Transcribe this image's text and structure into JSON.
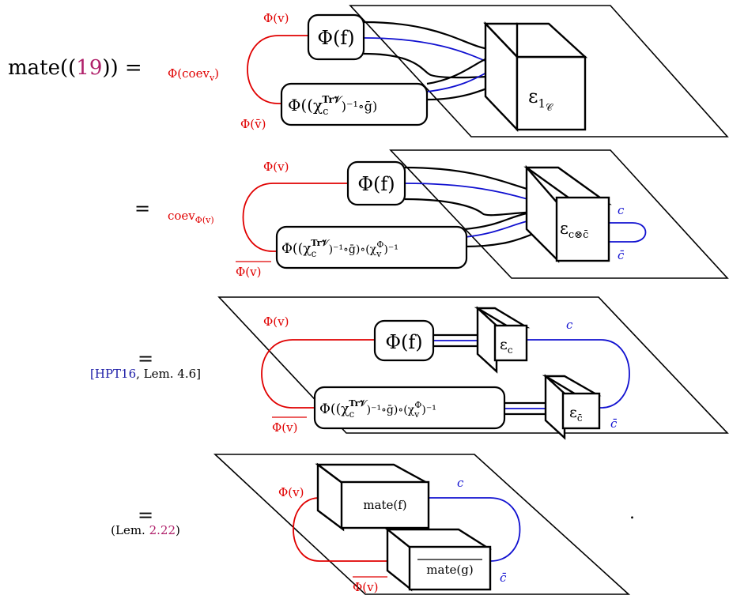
{
  "colors": {
    "red": "#e00000",
    "blue": "#1010d0",
    "black": "#000000",
    "cite": "#1a1aa6",
    "ref": "#b0206a"
  },
  "lhs": {
    "prefix": "mate((",
    "ref": "19",
    "suffix": ")) ="
  },
  "row1": {
    "top_label": "Φ(v)",
    "left_label": "Φ(coev",
    "left_label_sub": "v",
    "left_label_close": ")",
    "bottom_label": "Φ(v̄)",
    "node_f": "Φ(f)",
    "node_g": "Φ((χ",
    "node_g_sub": "c",
    "node_g_sup": "Tr𝒱",
    "node_g_rest": ")⁻¹∘ḡ)",
    "cube": "ε",
    "cube_sub": "1",
    "cube_subsub": "𝒞"
  },
  "row2": {
    "eq": "=",
    "top_label": "Φ(v)",
    "left_label": "coev",
    "left_label_sub": "Φ(v)",
    "bottom_label": "Φ(v)",
    "node_f": "Φ(f)",
    "node_g": "Φ((χ",
    "node_g_sub": "c",
    "node_g_sup": "Tr𝒱",
    "node_g_rest": ")⁻¹∘ḡ)∘(χ",
    "node_g_sub2": "v",
    "node_g_sup2": "Φ",
    "node_g_rest2": ")⁻¹",
    "cube": "ε",
    "cube_sub": "c⊗c̄",
    "c_label": "c",
    "cbar_label": "c̄"
  },
  "row3": {
    "eq": "=",
    "cite": "[HPT16",
    "cite_rest": ", Lem. 4.6]",
    "top_label": "Φ(v)",
    "bottom_label": "Φ(v)",
    "node_f": "Φ(f)",
    "node_g": "Φ((χ",
    "node_g_sub": "c",
    "node_g_sup": "Tr𝒱",
    "node_g_rest": ")⁻¹∘ḡ)∘(χ",
    "node_g_sub2": "v",
    "node_g_sup2": "Φ",
    "node_g_rest2": ")⁻¹",
    "cube_top": "ε",
    "cube_top_sub": "c",
    "cube_bottom": "ε",
    "cube_bottom_sub": "c̄",
    "c_label": "c",
    "cbar_label": "c̄"
  },
  "row4": {
    "eq": "=",
    "ref_open": "(Lem. ",
    "ref": "2.22",
    "ref_close": ")",
    "top_label": "Φ(v)",
    "bottom_label": "Φ(v)",
    "cube_top": "mate(f)",
    "cube_bottom": "mate(g)",
    "c_label": "c",
    "cbar_label": "c̄",
    "period": "."
  }
}
